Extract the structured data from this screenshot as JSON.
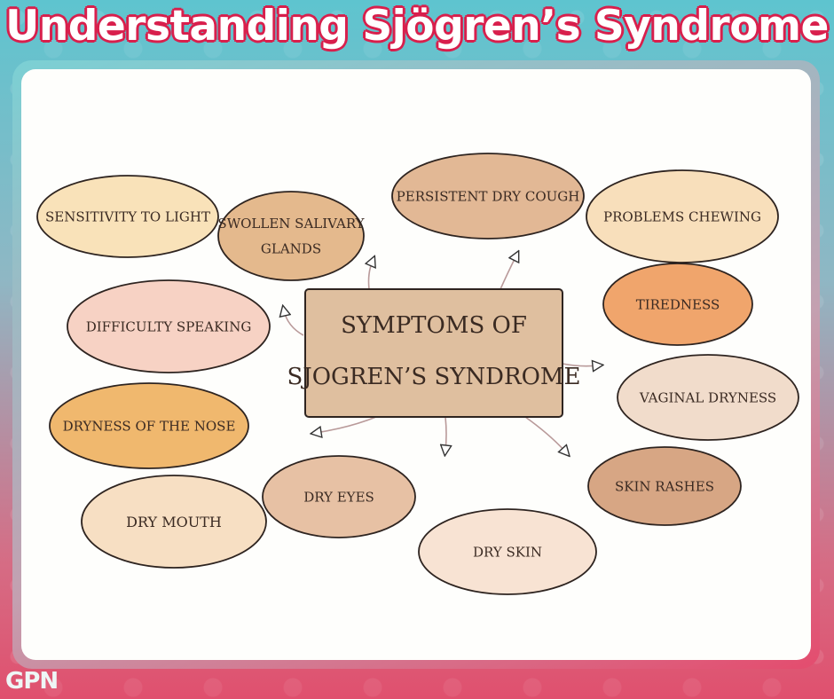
{
  "title": "Understanding Sjögren’s Syndrome",
  "logo": "GPN",
  "center": {
    "lines": [
      "SYMPTOMS OF",
      "SJOGREN’S SYNDROME"
    ],
    "fill": "#dfbf9f"
  },
  "symptoms": [
    {
      "name": "sensitivity-to-light",
      "lines": [
        "SENSITIVITY TO LIGHT"
      ],
      "fill": "#f9e2b9"
    },
    {
      "name": "swollen-salivary-glands",
      "lines": [
        "SWOLLEN SALIVARY",
        "GLANDS"
      ],
      "fill": "#e4b98d"
    },
    {
      "name": "persistent-dry-cough",
      "lines": [
        "PERSISTENT DRY COUGH"
      ],
      "fill": "#e2b895"
    },
    {
      "name": "problems-chewing",
      "lines": [
        "PROBLEMS CHEWING"
      ],
      "fill": "#f8dfbb"
    },
    {
      "name": "difficulty-speaking",
      "lines": [
        "DIFFICULTY SPEAKING"
      ],
      "fill": "#f7d2c4"
    },
    {
      "name": "tiredness",
      "lines": [
        "TIREDNESS"
      ],
      "fill": "#f0a56c"
    },
    {
      "name": "dryness-of-the-nose",
      "lines": [
        "DRYNESS OF THE NOSE"
      ],
      "fill": "#f0b86e"
    },
    {
      "name": "vaginal-dryness",
      "lines": [
        "VAGINAL DRYNESS"
      ],
      "fill": "#f1dccb"
    },
    {
      "name": "dry-mouth",
      "lines": [
        "DRY MOUTH"
      ],
      "fill": "#f7dfc3"
    },
    {
      "name": "dry-eyes",
      "lines": [
        "DRY EYES"
      ],
      "fill": "#e7c1a4"
    },
    {
      "name": "skin-rashes",
      "lines": [
        "SKIN RASHES"
      ],
      "fill": "#d7a684"
    },
    {
      "name": "dry-skin",
      "lines": [
        "DRY SKIN"
      ],
      "fill": "#f8e3d3"
    }
  ]
}
